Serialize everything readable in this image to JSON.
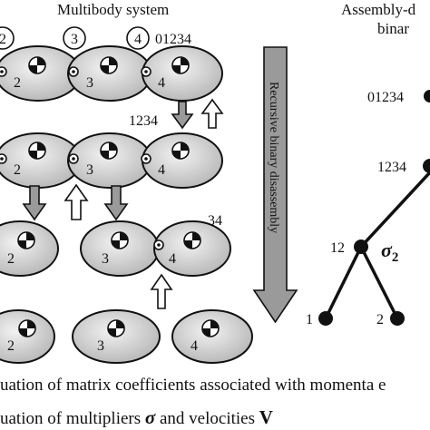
{
  "panel_titles": {
    "left": "Multibody system",
    "right_line1": "Assembly-d",
    "right_line2": "binar"
  },
  "circled_labels": [
    "2",
    "3",
    "4"
  ],
  "set_labels": {
    "row1": "01234",
    "row2": "1234",
    "row3": "34"
  },
  "body_labels": {
    "row1": [
      "2",
      "3",
      "4"
    ],
    "row2": [
      "2",
      "3",
      "4"
    ],
    "row3": [
      "2",
      "3",
      "4"
    ],
    "row4": [
      "2",
      "3",
      "4"
    ]
  },
  "center_arrow_label": "Recursive binary disassembly",
  "tree": {
    "label_01234": "01234",
    "label_1234": "1234",
    "label_12": "12",
    "sigma_symbol": "σ",
    "sigma_subscript": "2",
    "leaf_1": "1",
    "leaf_2": "2"
  },
  "bottom_text": {
    "line1": "uation of matrix coefficients associated with momenta e",
    "line2_prefix": "uation of multipliers ",
    "line2_sigma": "σ",
    "line2_middle": " and velocities ",
    "line2_v": "V"
  },
  "colors": {
    "body_fill_light": "#f0f0f0",
    "body_fill_dark": "#b8b8b8",
    "down_arrow_fill": "#9a9a9a",
    "outline": "#111111"
  }
}
